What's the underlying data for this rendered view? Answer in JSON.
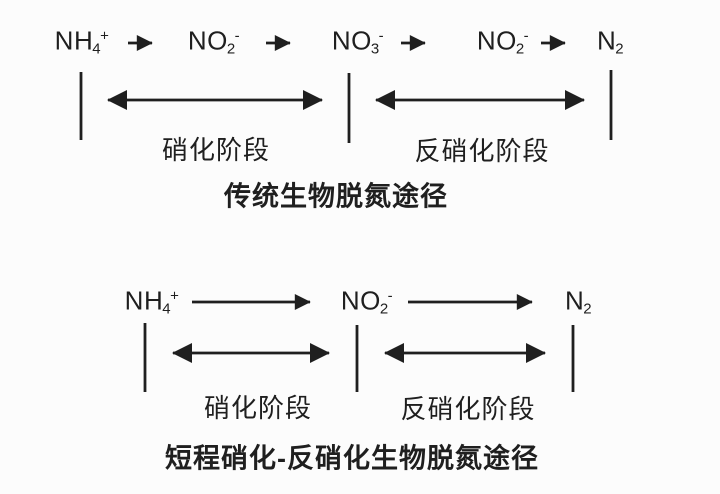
{
  "colors": {
    "ink": "#1f1f1f",
    "background": "#fcfcfc"
  },
  "diagrams": [
    {
      "title": "传统生物脱氮途径",
      "species": [
        {
          "base": "NH",
          "sub": "4",
          "sup": "+"
        },
        {
          "base": "NO",
          "sub": "2",
          "sup": "-"
        },
        {
          "base": "NO",
          "sub": "3",
          "sup": "-"
        },
        {
          "base": "NO",
          "sub": "2",
          "sup": "-"
        },
        {
          "base": "N",
          "sub": "2",
          "sup": ""
        }
      ],
      "stages": [
        {
          "label": "硝化阶段"
        },
        {
          "label": "反硝化阶段"
        }
      ]
    },
    {
      "title": "短程硝化-反硝化生物脱氮途径",
      "species": [
        {
          "base": "NH",
          "sub": "4",
          "sup": "+"
        },
        {
          "base": "NO",
          "sub": "2",
          "sup": "-"
        },
        {
          "base": "N",
          "sub": "2",
          "sup": ""
        }
      ],
      "stages": [
        {
          "label": "硝化阶段"
        },
        {
          "label": "反硝化阶段"
        }
      ]
    }
  ]
}
